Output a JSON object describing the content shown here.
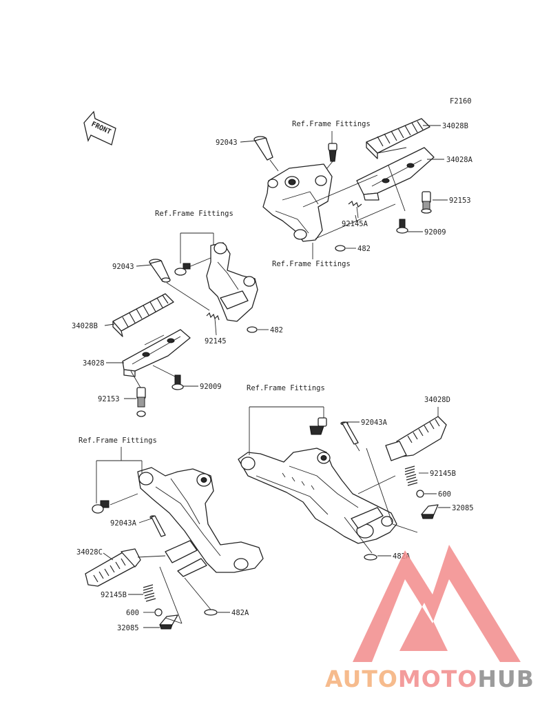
{
  "figure_code": "F2160",
  "front_label": "FRONT",
  "labels": {
    "ref_frame_1": "Ref.Frame Fittings",
    "ref_frame_2": "Ref.Frame Fittings",
    "ref_frame_3": "Ref.Frame Fittings",
    "ref_frame_4": "Ref.Frame Fittings",
    "ref_frame_5": "Ref.Frame Fittings",
    "p92043_a": "92043",
    "p34028B_a": "34028B",
    "p34028A": "34028A",
    "p92153_a": "92153",
    "p92145A": "92145A",
    "p92009_a": "92009",
    "p482_a": "482",
    "p92043_b": "92043",
    "p34028B_b": "34028B",
    "p34028": "34028",
    "p92145": "92145",
    "p482_b": "482",
    "p92009_b": "92009",
    "p92153_b": "92153",
    "p92043A_a": "92043A",
    "p34028D": "34028D",
    "p92145B_a": "92145B",
    "p600_a": "600",
    "p32085_a": "32085",
    "p482A_a": "482A",
    "p92043A_b": "92043A",
    "p34028C": "34028C",
    "p92145B_b": "92145B",
    "p600_b": "600",
    "p32085_b": "32085",
    "p482A_b": "482A"
  },
  "watermark": {
    "part1": "AUTO",
    "part2": "MOTO",
    "part3": "HUB",
    "color_orange": "#f5b07a",
    "color_red": "#f28b8b",
    "color_gray": "#8a8a8a"
  }
}
